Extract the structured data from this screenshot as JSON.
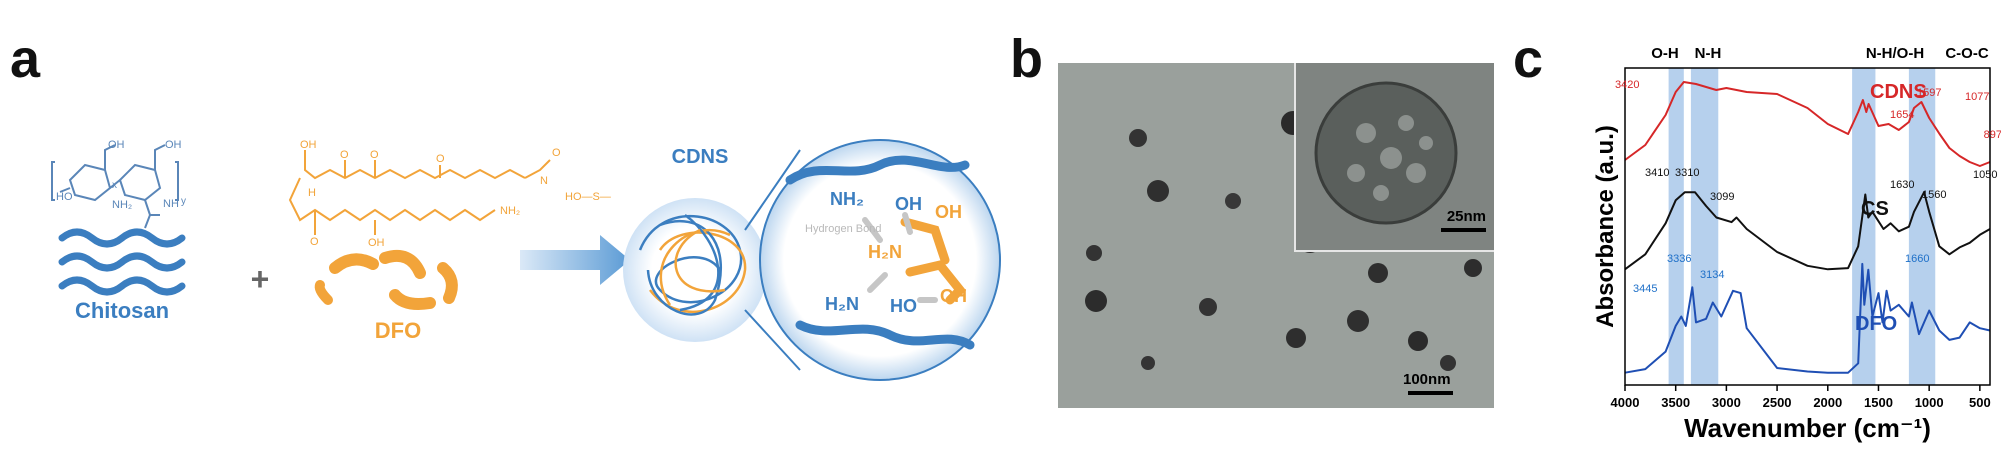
{
  "panels": {
    "a": "a",
    "b": "b",
    "c": "c"
  },
  "panel_a": {
    "chitosan_label": "Chitosan",
    "dfo_label": "DFO",
    "cdns_label": "CDNS",
    "plus": "+",
    "hydrogen_bond_label": "Hydrogen Bond",
    "groups": {
      "nh2_top": "NH₂",
      "oh_top": "OH",
      "oh_mid": "OH",
      "h2n_mid": "H₂N",
      "h2n_bot": "H₂N",
      "ho_bot": "HO",
      "oh_bot": "OH"
    },
    "struct_labels": {
      "cs_oh": "OH",
      "cs_ho": "HO",
      "cs_nh2": "NH₂",
      "cs_nh": "NH",
      "cs_x": "x",
      "cs_y": "y",
      "dfo_oh1": "OH",
      "dfo_o1": "O",
      "dfo_o2": "O",
      "dfo_o3": "O",
      "dfo_h1": "H",
      "dfo_n1": "N",
      "dfo_o4": "O",
      "dfo_o5": "O",
      "dfo_nh2": "NH₂",
      "dfo_oh2": "OH",
      "mesylate": "HO—S—"
    },
    "colors": {
      "chitosan": "#3b7ec0",
      "dfo": "#f2a43a",
      "arrow": "#5b9bd5"
    }
  },
  "panel_b": {
    "main_scale": "100nm",
    "inset_scale": "25nm"
  },
  "panel_c": {
    "band_labels": {
      "oh": "O-H",
      "nh": "N-H",
      "nhoh": "N-H/O-H",
      "coc": "C-O-C"
    },
    "cdns_peaks": [
      "3420",
      "1654",
      "1597",
      "1077",
      "897"
    ],
    "cs_peaks": [
      "3410",
      "3310",
      "3099",
      "1630",
      "1560",
      "1050"
    ],
    "dfo_peaks": [
      "3445",
      "3336",
      "3134",
      "1660"
    ],
    "colors": {
      "CDNS": "#d62728",
      "CS": "#111111",
      "DFO": "#1f4fb4",
      "band": "#a9c8ea"
    }
  },
  "chart_data": {
    "type": "line",
    "xlabel": "Wavenumber (cm⁻¹)",
    "ylabel": "Absorbance (a.u.)",
    "xlim": [
      4000,
      400
    ],
    "xticks": [
      4000,
      3500,
      3000,
      2500,
      2000,
      1500,
      1000,
      500
    ],
    "series": [
      {
        "name": "CDNS",
        "color": "#d62728",
        "x": [
          4000,
          3800,
          3600,
          3500,
          3420,
          3300,
          3100,
          3000,
          2800,
          2500,
          2200,
          2000,
          1800,
          1700,
          1654,
          1620,
          1597,
          1500,
          1400,
          1300,
          1200,
          1150,
          1077,
          1000,
          897,
          800,
          700,
          600,
          500,
          400
        ],
        "y": [
          0.1,
          0.25,
          0.55,
          0.78,
          0.88,
          0.86,
          0.8,
          0.82,
          0.78,
          0.76,
          0.62,
          0.46,
          0.36,
          0.58,
          0.7,
          0.58,
          0.66,
          0.44,
          0.46,
          0.4,
          0.48,
          0.62,
          0.68,
          0.52,
          0.36,
          0.22,
          0.14,
          0.08,
          0.04,
          0.08
        ]
      },
      {
        "name": "CS",
        "color": "#111111",
        "x": [
          4000,
          3800,
          3600,
          3500,
          3410,
          3310,
          3200,
          3099,
          2950,
          2900,
          2800,
          2500,
          2200,
          2000,
          1800,
          1700,
          1630,
          1600,
          1560,
          1450,
          1380,
          1300,
          1200,
          1150,
          1050,
          1000,
          900,
          800,
          700,
          600,
          500,
          400
        ],
        "y": [
          0.05,
          0.18,
          0.45,
          0.65,
          0.72,
          0.72,
          0.6,
          0.5,
          0.46,
          0.5,
          0.4,
          0.2,
          0.08,
          0.05,
          0.06,
          0.25,
          0.7,
          0.5,
          0.55,
          0.4,
          0.45,
          0.38,
          0.42,
          0.55,
          0.72,
          0.55,
          0.25,
          0.18,
          0.24,
          0.28,
          0.35,
          0.4
        ]
      },
      {
        "name": "DFO",
        "color": "#1f4fb4",
        "x": [
          4000,
          3800,
          3600,
          3500,
          3445,
          3400,
          3336,
          3300,
          3200,
          3134,
          3050,
          2935,
          2860,
          2800,
          2500,
          2200,
          2000,
          1800,
          1700,
          1660,
          1640,
          1600,
          1560,
          1500,
          1460,
          1420,
          1380,
          1300,
          1200,
          1170,
          1100,
          1000,
          900,
          800,
          700,
          600,
          500,
          400
        ],
        "y": [
          0.02,
          0.05,
          0.2,
          0.42,
          0.5,
          0.42,
          0.75,
          0.45,
          0.48,
          0.62,
          0.5,
          0.72,
          0.7,
          0.4,
          0.06,
          0.03,
          0.02,
          0.02,
          0.1,
          0.95,
          0.6,
          0.9,
          0.5,
          0.7,
          0.45,
          0.72,
          0.55,
          0.6,
          0.5,
          0.62,
          0.35,
          0.55,
          0.38,
          0.3,
          0.32,
          0.45,
          0.4,
          0.38
        ]
      }
    ],
    "bands": [
      [
        3570,
        3420
      ],
      [
        3350,
        3080
      ],
      [
        1760,
        1530
      ],
      [
        1200,
        940
      ]
    ]
  }
}
